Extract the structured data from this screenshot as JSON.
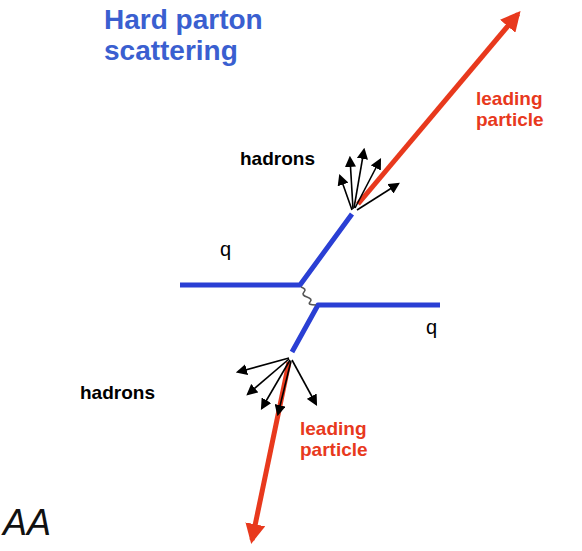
{
  "diagram": {
    "labels": [
      "Hard parton scattering",
      "leading particle",
      "hadrons",
      "q",
      "q",
      "hadrons",
      "leading particle",
      "AA"
    ]
  }
}
